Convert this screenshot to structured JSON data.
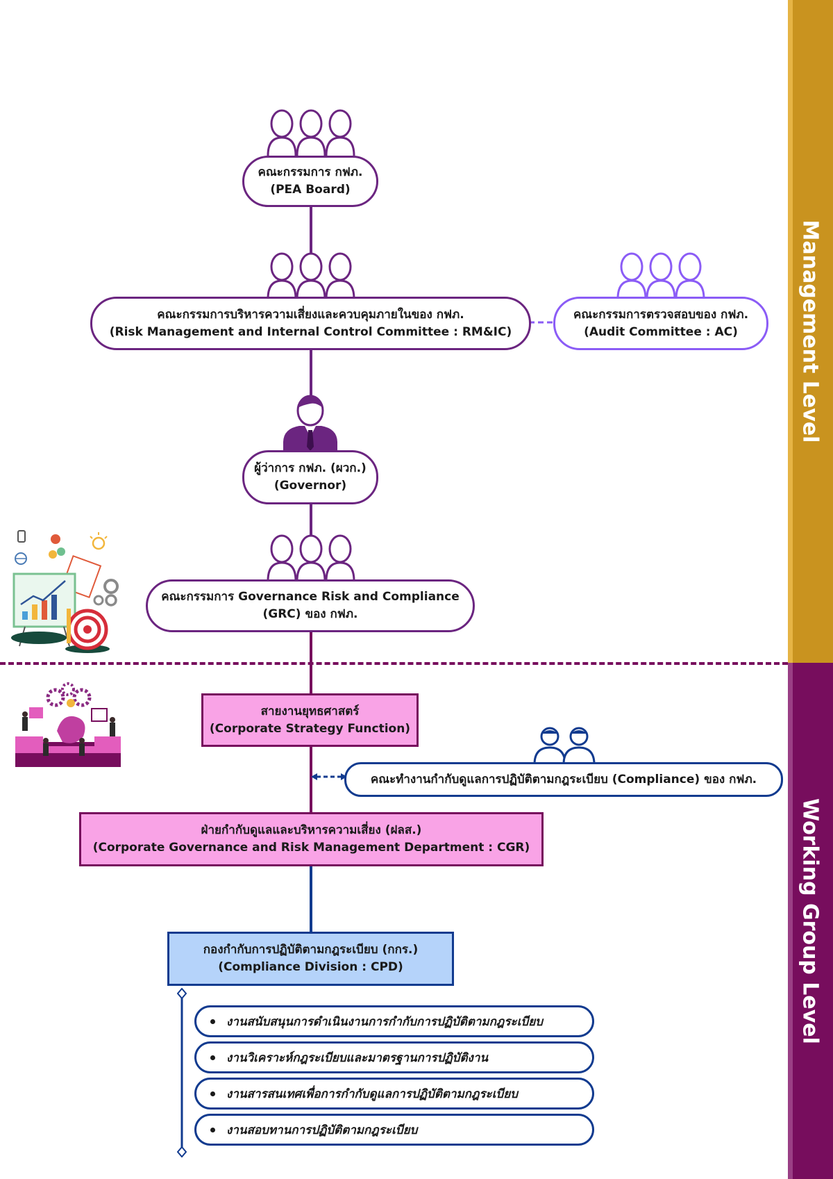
{
  "bands": {
    "management_label": "Management Level",
    "working_label": "Working Group Level"
  },
  "colors": {
    "band_management": "#c9931f",
    "band_working": "#770d5d",
    "line_purple": "#6b2580",
    "line_blue": "#123b8f",
    "box_pink": "#f9a3e6",
    "box_blue": "#b5d3fa"
  },
  "nodes": {
    "board": {
      "line1": "คณะกรรมการ กฟภ.",
      "line2": "(PEA Board)",
      "icon": "committee-people-icon"
    },
    "rmic": {
      "line1": "คณะกรรมการบริหารความเสี่ยงและควบคุมภายในของ กฟภ.",
      "line2": "(Risk Management and Internal Control Committee : RM&IC)",
      "icon": "committee-people-icon"
    },
    "audit": {
      "line1": "คณะกรรมการตรวจสอบของ  กฟภ.",
      "line2": "(Audit Committee : AC)",
      "icon": "committee-people-icon"
    },
    "governor": {
      "line1": "ผู้ว่าการ กฟภ. (ผวก.)",
      "line2": "(Governor)",
      "icon": "executive-person-icon"
    },
    "grc": {
      "line1": "คณะกรรมการ Governance Risk and Compliance",
      "line2": "(GRC) ของ กฟภ.",
      "icon": "committee-people-icon"
    },
    "strategy": {
      "line1": "สายงานยุทธศาสตร์",
      "line2": "(Corporate Strategy Function)"
    },
    "compliance_team": {
      "line1": "คณะทำงานกำกับดูแลการปฏิบัติตามกฎระเบียบ (Compliance) ของ กฟภ.",
      "icon": "working-team-icon"
    },
    "cgr": {
      "line1": "ฝ่ายกำกับดูแลและบริหารความเสี่ยง (ฝลส.)",
      "line2": "(Corporate Governance and Risk Management Department : CGR)"
    },
    "cpd": {
      "line1": "กองกำกับการปฏิบัติตามกฎระเบียบ (กกร.)",
      "line2": "(Compliance Division : CPD)"
    }
  },
  "tasks": [
    "งานสนับสนุนการดำเนินงานการกำกับการปฏิบัติตามกฎระเบียบ",
    "งานวิเคราะห์กฎระเบียบและมาตรฐานการปฏิบัติงาน",
    "งานสารสนเทศเพื่อการกำกับดูแลการปฏิบัติตามกฎระเบียบ",
    "งานสอบทานการปฏิบัติตามกฎระเบียบ"
  ],
  "illustrations": {
    "management": "strategy-analytics-illustration",
    "working": "teamwork-gears-illustration"
  }
}
